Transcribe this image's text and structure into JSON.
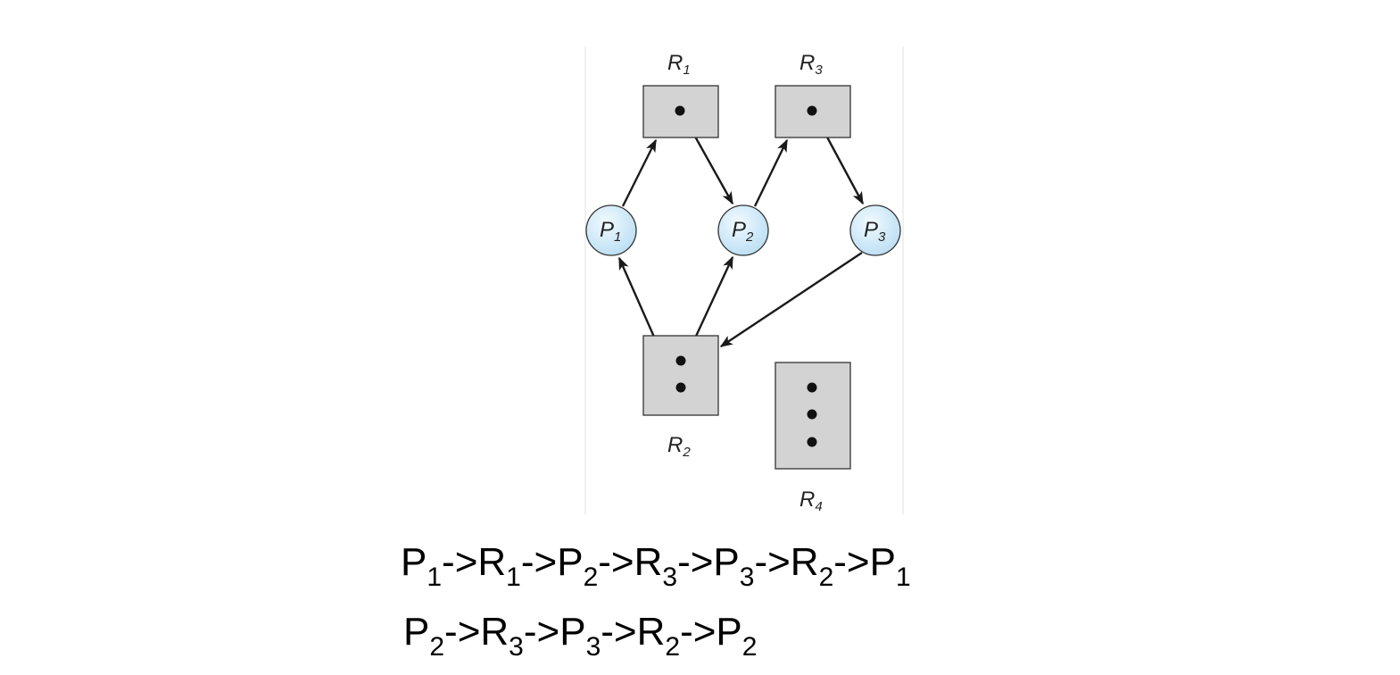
{
  "diagram": {
    "resources": [
      {
        "id": "R1",
        "letter": "R",
        "sub": "1",
        "instances": 1
      },
      {
        "id": "R2",
        "letter": "R",
        "sub": "2",
        "instances": 2
      },
      {
        "id": "R3",
        "letter": "R",
        "sub": "3",
        "instances": 1
      },
      {
        "id": "R4",
        "letter": "R",
        "sub": "4",
        "instances": 3
      }
    ],
    "processes": [
      {
        "id": "P1",
        "letter": "P",
        "sub": "1"
      },
      {
        "id": "P2",
        "letter": "P",
        "sub": "2"
      },
      {
        "id": "P3",
        "letter": "P",
        "sub": "3"
      }
    ],
    "edges": [
      {
        "from": "P1",
        "to": "R1",
        "kind": "request"
      },
      {
        "from": "R1",
        "to": "P2",
        "kind": "assignment"
      },
      {
        "from": "P2",
        "to": "R3",
        "kind": "request"
      },
      {
        "from": "R3",
        "to": "P3",
        "kind": "assignment"
      },
      {
        "from": "P3",
        "to": "R2",
        "kind": "request"
      },
      {
        "from": "R2",
        "to": "P1",
        "kind": "assignment"
      },
      {
        "from": "R2",
        "to": "P2",
        "kind": "assignment"
      }
    ],
    "colors": {
      "process_fill": "#cfe9f7",
      "resource_fill": "#d3d3d3",
      "edge": "#1a1a1a"
    }
  },
  "cycles": [
    {
      "steps": [
        {
          "t": "P",
          "s": "1"
        },
        {
          "t": "->R",
          "s": "1"
        },
        {
          "t": "->P",
          "s": "2"
        },
        {
          "t": "->R",
          "s": "3"
        },
        {
          "t": "->P",
          "s": "3"
        },
        {
          "t": "->R",
          "s": "2"
        },
        {
          "t": "->P",
          "s": "1"
        }
      ]
    },
    {
      "steps": [
        {
          "t": "P",
          "s": "2"
        },
        {
          "t": "->R",
          "s": "3"
        },
        {
          "t": "->P",
          "s": "3"
        },
        {
          "t": "->R",
          "s": "2"
        },
        {
          "t": "->P",
          "s": "2"
        }
      ]
    }
  ]
}
